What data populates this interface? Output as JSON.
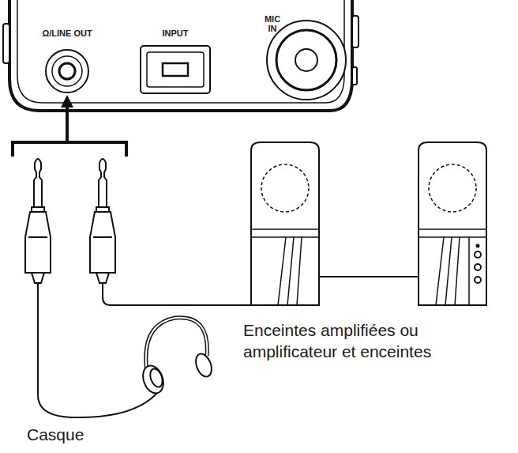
{
  "diagram": {
    "labels": [
      "Ω/LINE OUT",
      "INPUT",
      "MIC IN",
      "Enceintes amplifiées ou amplificateur et enceintes",
      "Casque"
    ]
  }
}
